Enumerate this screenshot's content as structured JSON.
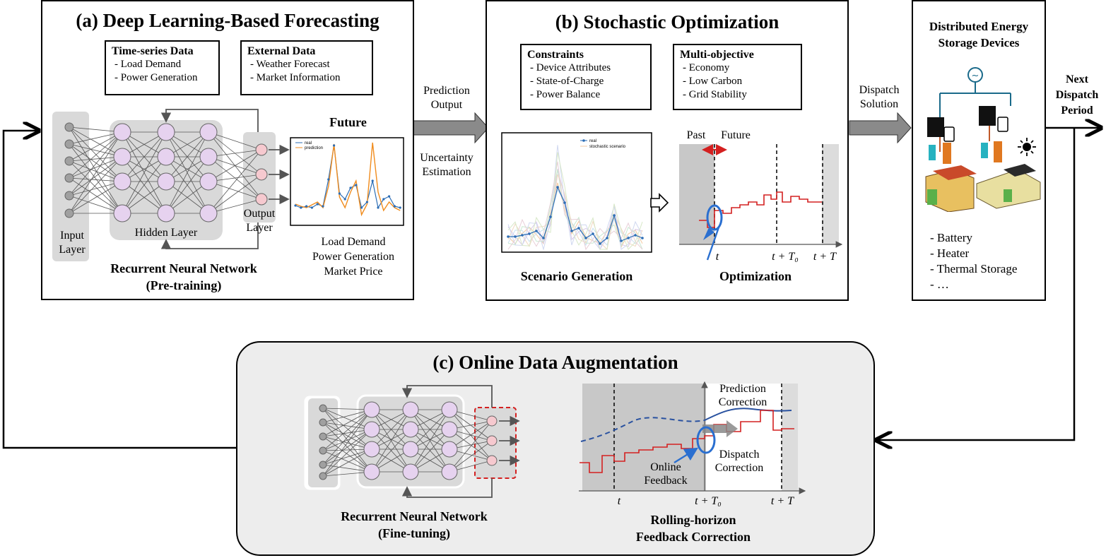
{
  "panel_a": {
    "title": "(a) Deep Learning-Based Forecasting",
    "ts_box": {
      "heading": "Time-series Data",
      "items": [
        "- Load Demand",
        "- Power Generation"
      ]
    },
    "ext_box": {
      "heading": "External Data",
      "items": [
        "- Weather Forecast",
        "- Market Information"
      ]
    },
    "input_layer": [
      "Input",
      "Layer"
    ],
    "hidden_layer": "Hidden Layer",
    "output_layer": [
      "Output",
      "Layer"
    ],
    "future": "Future",
    "future_targets": [
      "Load Demand",
      "Power Generation",
      "Market Price"
    ],
    "rnn": [
      "Recurrent Neural Network",
      "(Pre-training)"
    ],
    "legend": [
      "real",
      "prediction"
    ]
  },
  "arrow_ab": {
    "top": [
      "Prediction",
      "Output"
    ],
    "bottom": [
      "Uncertainty",
      "Estimation"
    ]
  },
  "panel_b": {
    "title": "(b) Stochastic Optimization",
    "constraints": {
      "heading": "Constraints",
      "items": [
        "- Device Attributes",
        "- State-of-Charge",
        "- Power Balance"
      ]
    },
    "multi": {
      "heading": "Multi-objective",
      "items": [
        "- Economy",
        "- Low Carbon",
        "- Grid Stability"
      ]
    },
    "legend": [
      "real",
      "stochastic scenario"
    ],
    "past": "Past",
    "future": "Future",
    "ticks": [
      "t",
      "t + T₀",
      "t + T"
    ],
    "scenario_label": "Scenario Generation",
    "opt_label": "Optimization"
  },
  "arrow_bc": {
    "label": [
      "Dispatch",
      "Solution"
    ]
  },
  "panel_devices": {
    "title": [
      "Distributed Energy",
      "Storage Devices"
    ],
    "items": [
      "- Battery",
      "- Heater",
      "- Thermal Storage",
      "- …"
    ]
  },
  "next_dispatch": [
    "Next",
    "Dispatch",
    "Period"
  ],
  "panel_c": {
    "title": "(c) Online Data Augmentation",
    "rnn": [
      "Recurrent Neural Network",
      "(Fine-tuning)"
    ],
    "prediction_correction": [
      "Prediction",
      "Correction"
    ],
    "dispatch_correction": [
      "Dispatch",
      "Correction"
    ],
    "online_feedback": [
      "Online",
      "Feedback"
    ],
    "ticks": [
      "t",
      "t + T₀",
      "t + T"
    ],
    "label": [
      "Rolling-horizon",
      "Feedback Correction"
    ]
  },
  "colors": {
    "neuron_purple": "#e6d2ef",
    "neuron_pink": "#f6c9cf",
    "neuron_gray": "#a0a0a0",
    "red_line": "#d42020",
    "blue_line": "#2a52a0",
    "circle_blue": "#2a6fd0",
    "arrow_gray": "#808080",
    "panel_c_bg": "#ededed",
    "shade": "#c8c8c8"
  }
}
